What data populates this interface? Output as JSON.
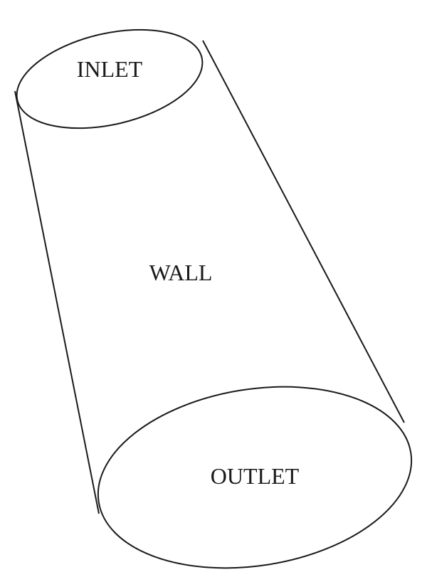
{
  "labels": {
    "inlet": "INLET",
    "wall": "WALL",
    "outlet": "OUTLET"
  },
  "colors": {
    "stroke": "#1a1a1a",
    "background": "#ffffff"
  }
}
